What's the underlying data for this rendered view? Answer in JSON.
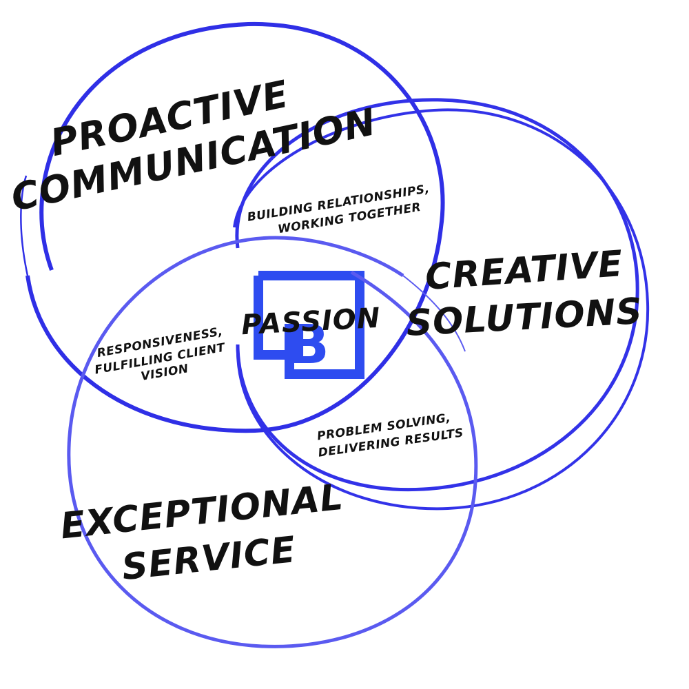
{
  "diagram": {
    "circles": [
      {
        "name": "proactive-communication",
        "label_lines": [
          "PROACTIVE",
          "COMMUNICATION"
        ]
      },
      {
        "name": "creative-solutions",
        "label_lines": [
          "CREATIVE",
          "SOLUTIONS"
        ]
      },
      {
        "name": "exceptional-service",
        "label_lines": [
          "EXCEPTIONAL",
          "SERVICE"
        ]
      }
    ],
    "overlaps": {
      "communication_creative": [
        "BUILDING RELATIONSHIPS,",
        "WORKING TOGETHER"
      ],
      "communication_service": [
        "RESPONSIVENESS,",
        "FULFILLING CLIENT",
        "VISION"
      ],
      "creative_service": [
        "PROBLEM SOLVING,",
        "DELIVERING RESULTS"
      ]
    },
    "center": "PASSION",
    "logo_letter": "B"
  },
  "colors": {
    "circle_stroke": "#2f2fe6",
    "circle_stroke_light": "#5a5af0",
    "logo": "#2e4cf0",
    "text": "#111111"
  }
}
